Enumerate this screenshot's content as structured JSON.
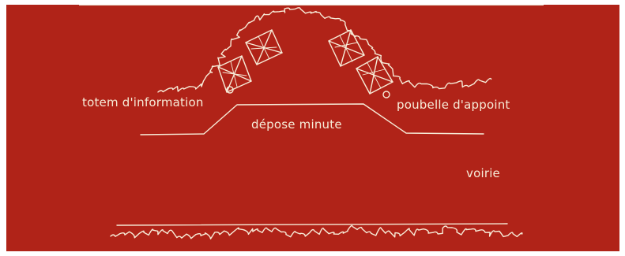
{
  "labels": {
    "totem": "totem d'information",
    "poubelle": "poubelle d'appoint",
    "depose": "dépose minute",
    "voirie": "voirie"
  },
  "colors": {
    "background": "#b02318",
    "ink": "#f7ecd8"
  }
}
